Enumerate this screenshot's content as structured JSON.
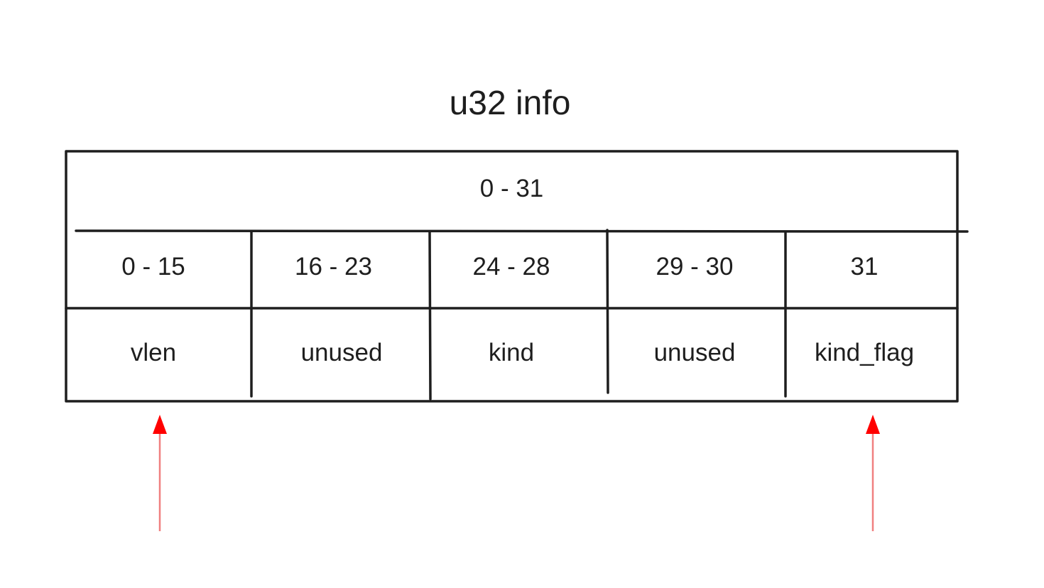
{
  "title": "u32 info",
  "total_bits": "0 - 31",
  "fields": [
    {
      "bits": "0 - 15",
      "name": "vlen"
    },
    {
      "bits": "16 - 23",
      "name": "unused"
    },
    {
      "bits": "24 - 28",
      "name": "kind"
    },
    {
      "bits": "29 - 30",
      "name": "unused"
    },
    {
      "bits": "31",
      "name": "kind_flag"
    }
  ],
  "colors": {
    "stroke": "#1e1e1e",
    "arrow": "#ff0000",
    "arrow_line": "#f08080"
  }
}
